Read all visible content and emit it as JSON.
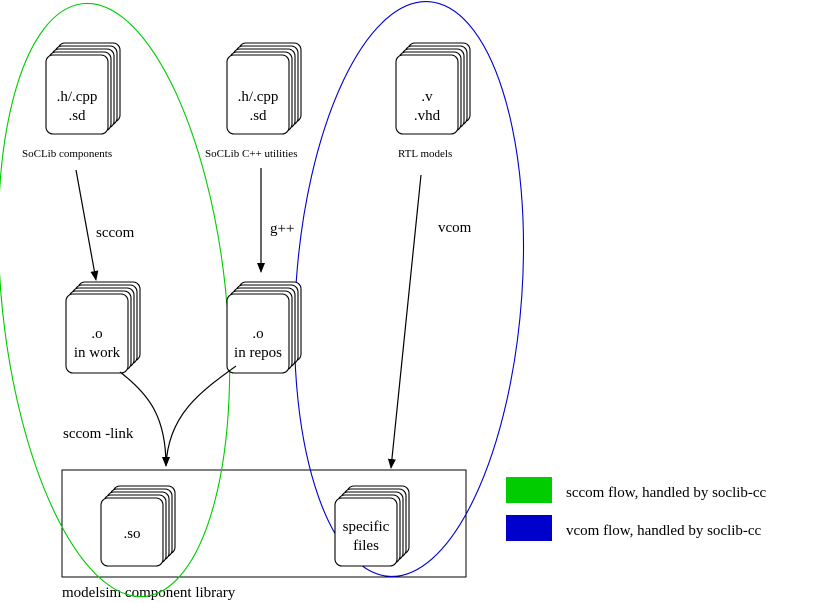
{
  "colors": {
    "sccom": "#00cc00",
    "vcom": "#0000cc"
  },
  "nodes": {
    "soclib_components": {
      "line1": ".h/.cpp",
      "line2": ".sd",
      "caption": "SoCLib components"
    },
    "soclib_utilities": {
      "line1": ".h/.cpp",
      "line2": ".sd",
      "caption": "SoCLib C++ utilities"
    },
    "rtl_models": {
      "line1": ".v",
      "line2": ".vhd",
      "caption": "RTL models"
    },
    "o_work": {
      "line1": ".o",
      "line2": "in work"
    },
    "o_repos": {
      "line1": ".o",
      "line2": "in repos"
    },
    "so": {
      "line1": ".so"
    },
    "specific": {
      "line1": "specific",
      "line2": "files"
    }
  },
  "edges": {
    "sccom": "sccom",
    "gpp": "g++",
    "vcom": "vcom",
    "link": "sccom -link"
  },
  "library": {
    "label": "modelsim component library"
  },
  "legend": [
    {
      "label": "sccom flow, handled by soclib-cc",
      "color": "#00cc00"
    },
    {
      "label": "vcom flow, handled by soclib-cc",
      "color": "#0000cc"
    }
  ]
}
